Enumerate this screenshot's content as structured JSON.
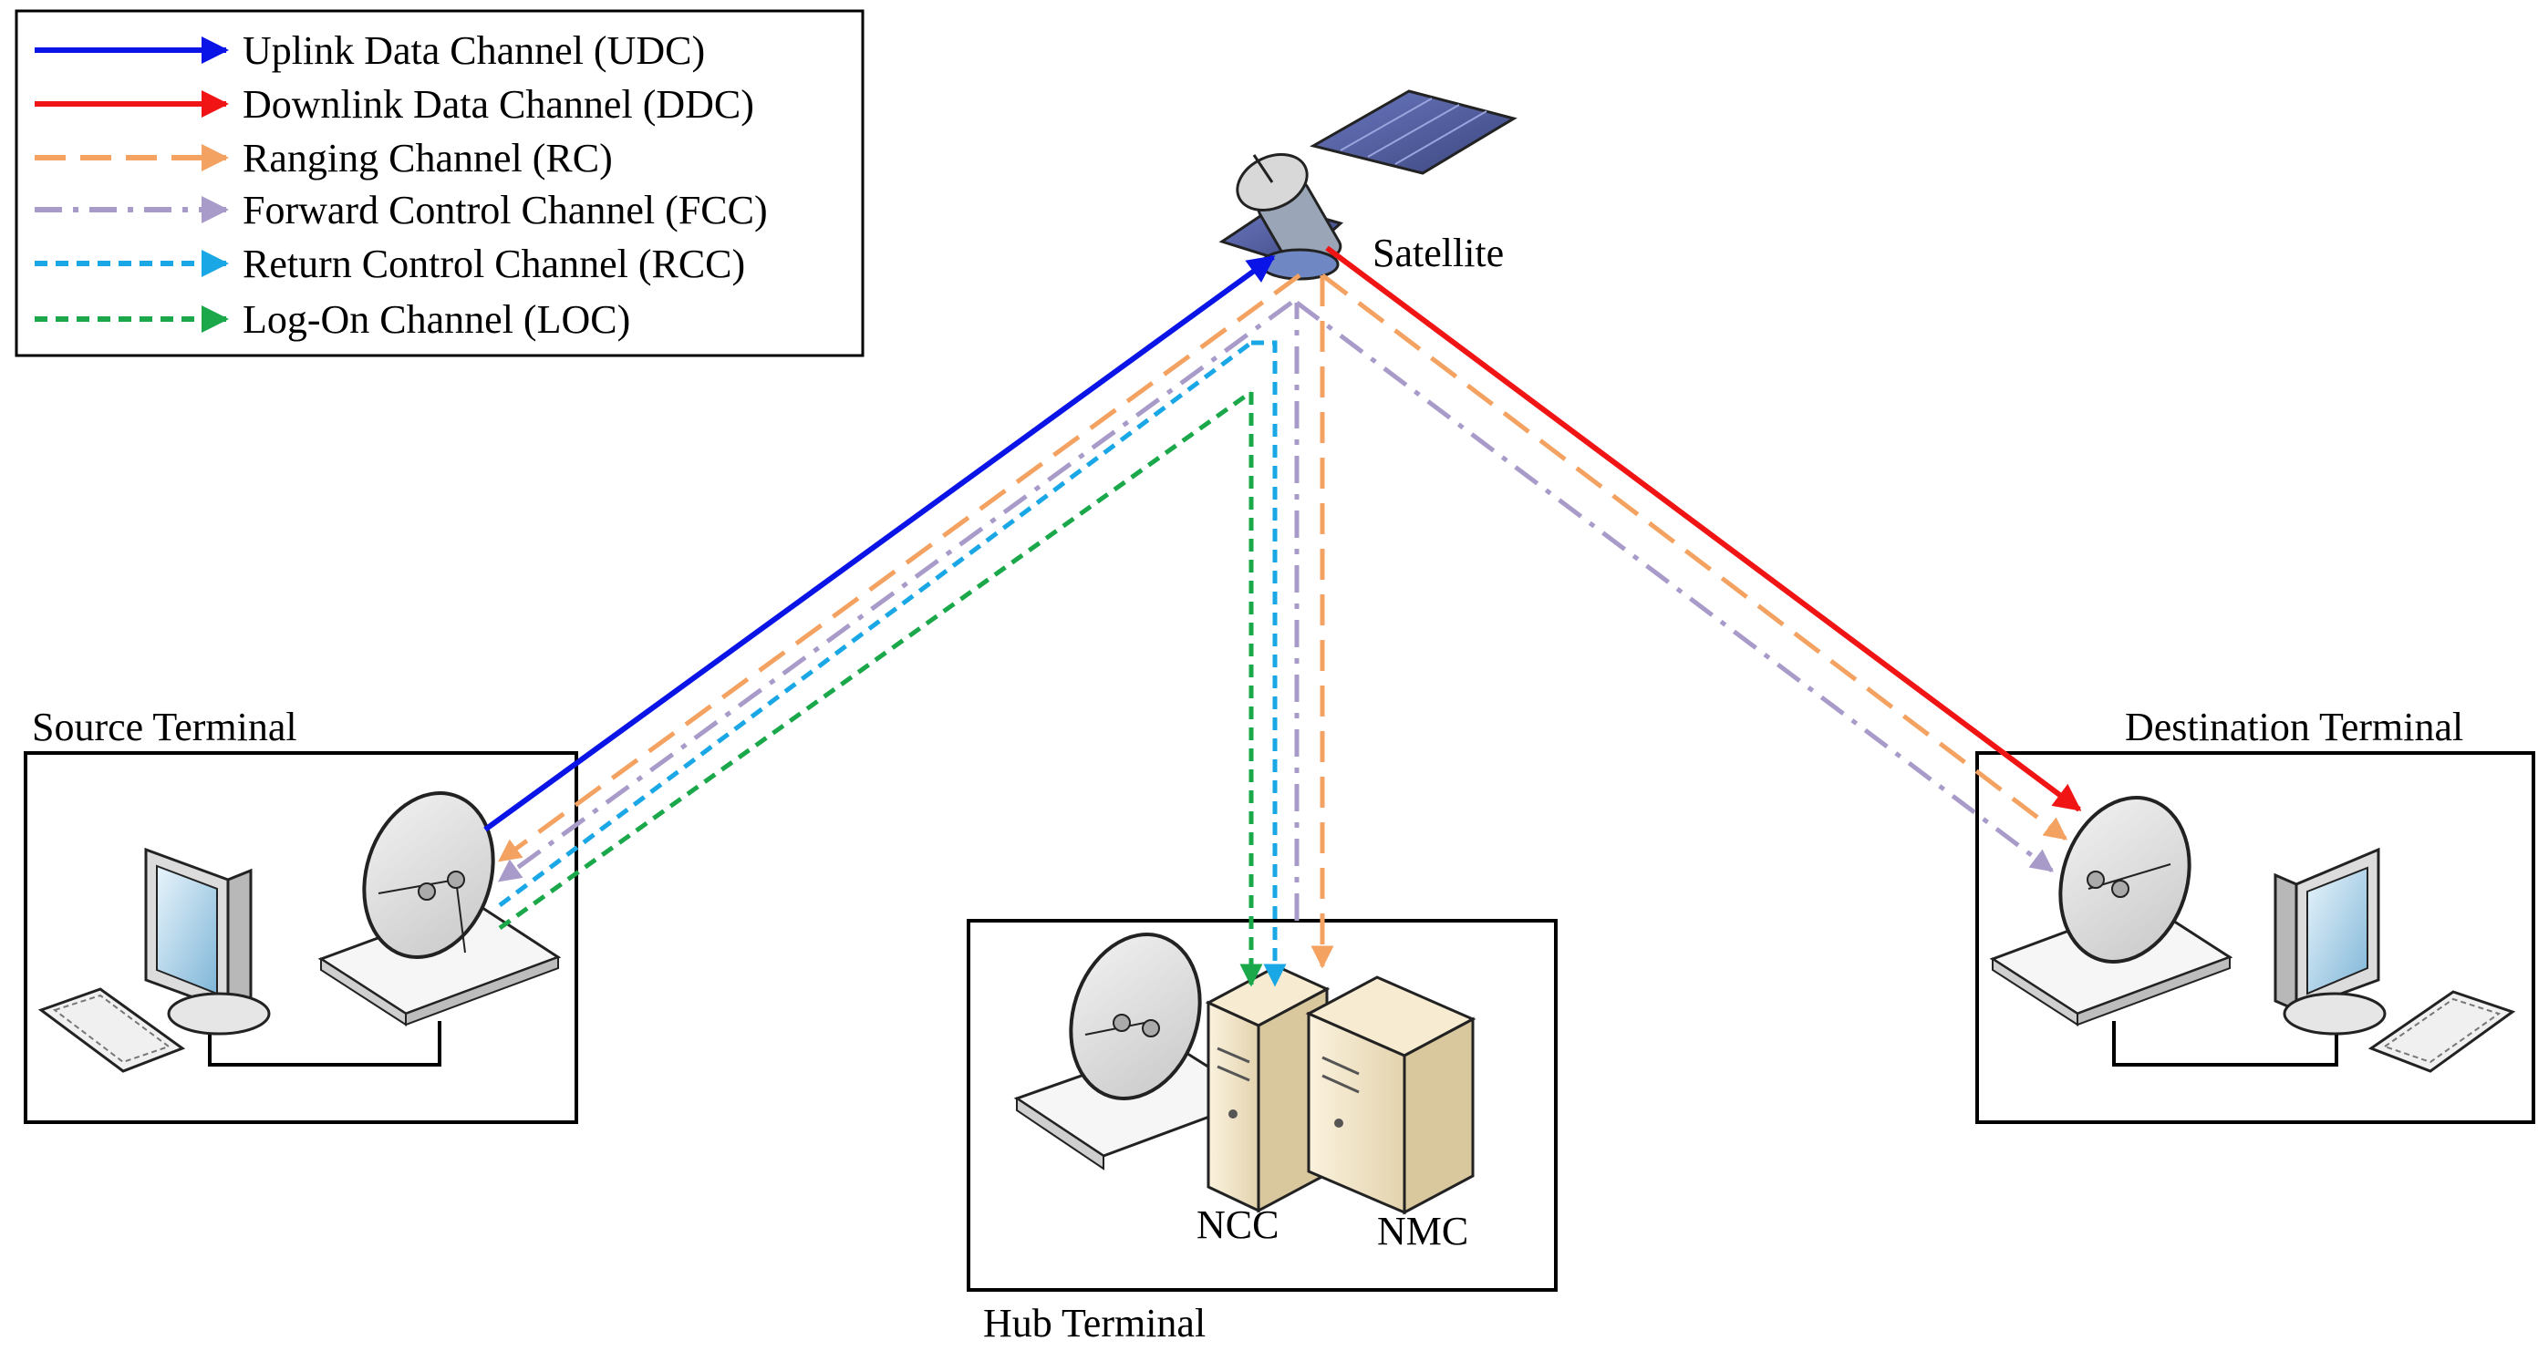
{
  "legend": {
    "items": [
      {
        "label": "Uplink Data Channel (UDC)",
        "color": "#0a14e6",
        "style": "solid"
      },
      {
        "label": "Downlink Data Channel (DDC)",
        "color": "#f01414",
        "style": "solid"
      },
      {
        "label": "Ranging Channel (RC)",
        "color": "#f4a261",
        "style": "dash"
      },
      {
        "label": "Forward Control Channel (FCC)",
        "color": "#a89bc9",
        "style": "dashdot"
      },
      {
        "label": "Return Control Channel (RCC)",
        "color": "#1aa7e6",
        "style": "shortdash"
      },
      {
        "label": "Log-On Channel (LOC)",
        "color": "#1aa84a",
        "style": "shortdash"
      }
    ]
  },
  "nodes": {
    "satellite": "Satellite",
    "source": "Source Terminal",
    "destination": "Destination Terminal",
    "hub": "Hub Terminal",
    "ncc": "NCC",
    "nmc": "NMC"
  }
}
